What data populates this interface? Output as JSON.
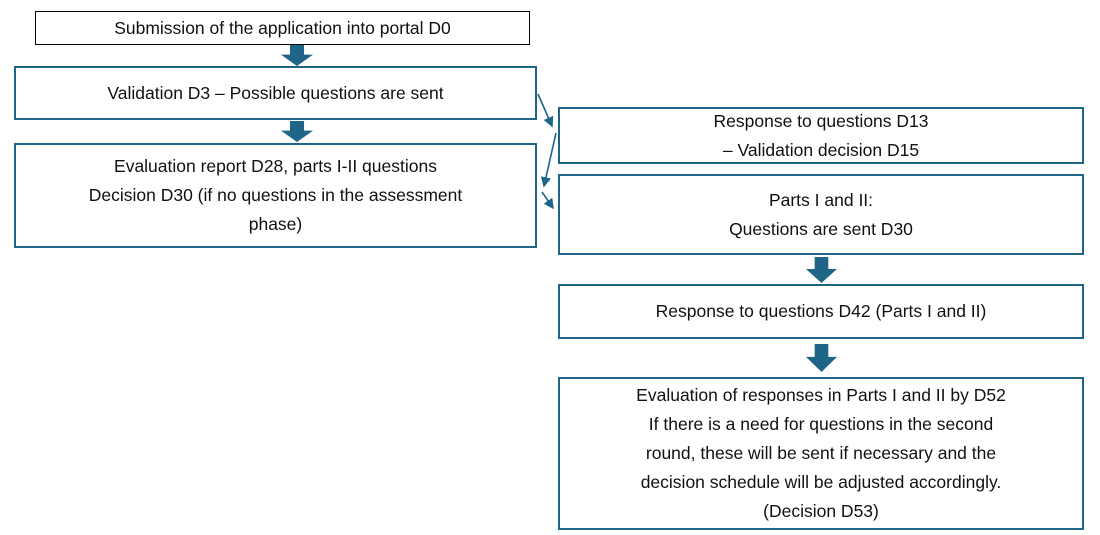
{
  "colors": {
    "accent": "#1f6587",
    "box_border_black": "#000000",
    "text": "#111111",
    "background": "#ffffff"
  },
  "flowchart": {
    "left_column": [
      {
        "id": "submission",
        "lines": [
          "Submission of the application into portal D0"
        ]
      },
      {
        "id": "validation",
        "lines": [
          "Validation D3 – Possible questions are sent"
        ]
      },
      {
        "id": "evaluation_report",
        "lines": [
          "Evaluation report D28, parts I-II questions",
          "Decision D30 (if no questions in the assessment",
          "phase)"
        ]
      }
    ],
    "right_column": [
      {
        "id": "response_d13",
        "lines": [
          "Response to questions D13",
          "– Validation decision D15"
        ]
      },
      {
        "id": "parts_questions",
        "lines": [
          "Parts I and II:",
          "Questions are sent D30"
        ]
      },
      {
        "id": "response_d42",
        "lines": [
          "Response to questions D42 (Parts I and II)"
        ]
      },
      {
        "id": "evaluation_responses",
        "lines": [
          "Evaluation of responses in Parts I and II by D52",
          "If there is a need for questions in the second",
          "round, these will be sent if necessary and the",
          "decision schedule will be adjusted accordingly.",
          "(Decision D53)"
        ]
      }
    ],
    "connections": [
      {
        "from": "validation",
        "to": "response_d13"
      },
      {
        "from": "response_d13",
        "to": "evaluation_report"
      },
      {
        "from": "evaluation_report",
        "to": "parts_questions"
      },
      {
        "from": "submission",
        "to": "validation"
      },
      {
        "from": "validation",
        "to": "evaluation_report"
      },
      {
        "from": "parts_questions",
        "to": "response_d42"
      },
      {
        "from": "response_d42",
        "to": "evaluation_responses"
      }
    ]
  }
}
